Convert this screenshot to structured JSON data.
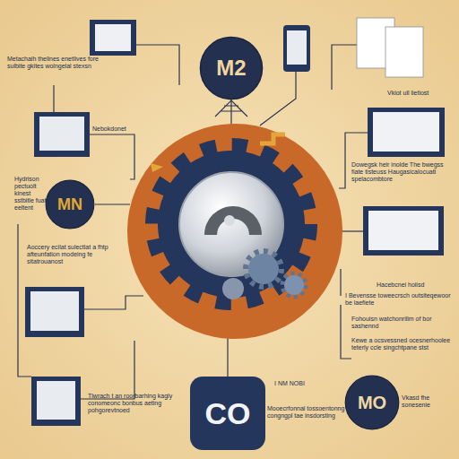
{
  "diagram": {
    "nodes": [
      {
        "text": [
          "M2"
        ]
      },
      {
        "text": [
          "MN"
        ]
      },
      {
        "text": [
          "CO"
        ]
      },
      {
        "text": [
          "MO"
        ]
      }
    ],
    "labels": [
      "Metachaih thelines enetlives fore sulbite gkites wolngelal stexsn",
      "Vkiot ull lietiost",
      "Nebokdonet",
      "Hydrison pectuolt kinest sstbitle fuat eeltent",
      "Aoccery ecilat sulectlat a fhtp afteunfation modeing fe sitatrouanost",
      "Dowegsk heir inolde The bwegss fiate tisteuss Haugasicalocuatl spelacombtore",
      "Hacebcnei hoiisd",
      "I Bevensse toweecrsch outsiteqewoor be laefiete",
      "Fohouisn watchonrilim of bor sashennd",
      "Kewe a ocsvessned ocesnerhoolee teterly ccle singchtpane stst",
      "Tlwrach t an roorbarhing kagly conomeonc bonbus aeting pohgorevtnoed",
      "I NM NOBI",
      "Mooecrfonnal tossoentonng congngpl tae insdorsting",
      "Vkasd fhe sonesenie"
    ]
  }
}
